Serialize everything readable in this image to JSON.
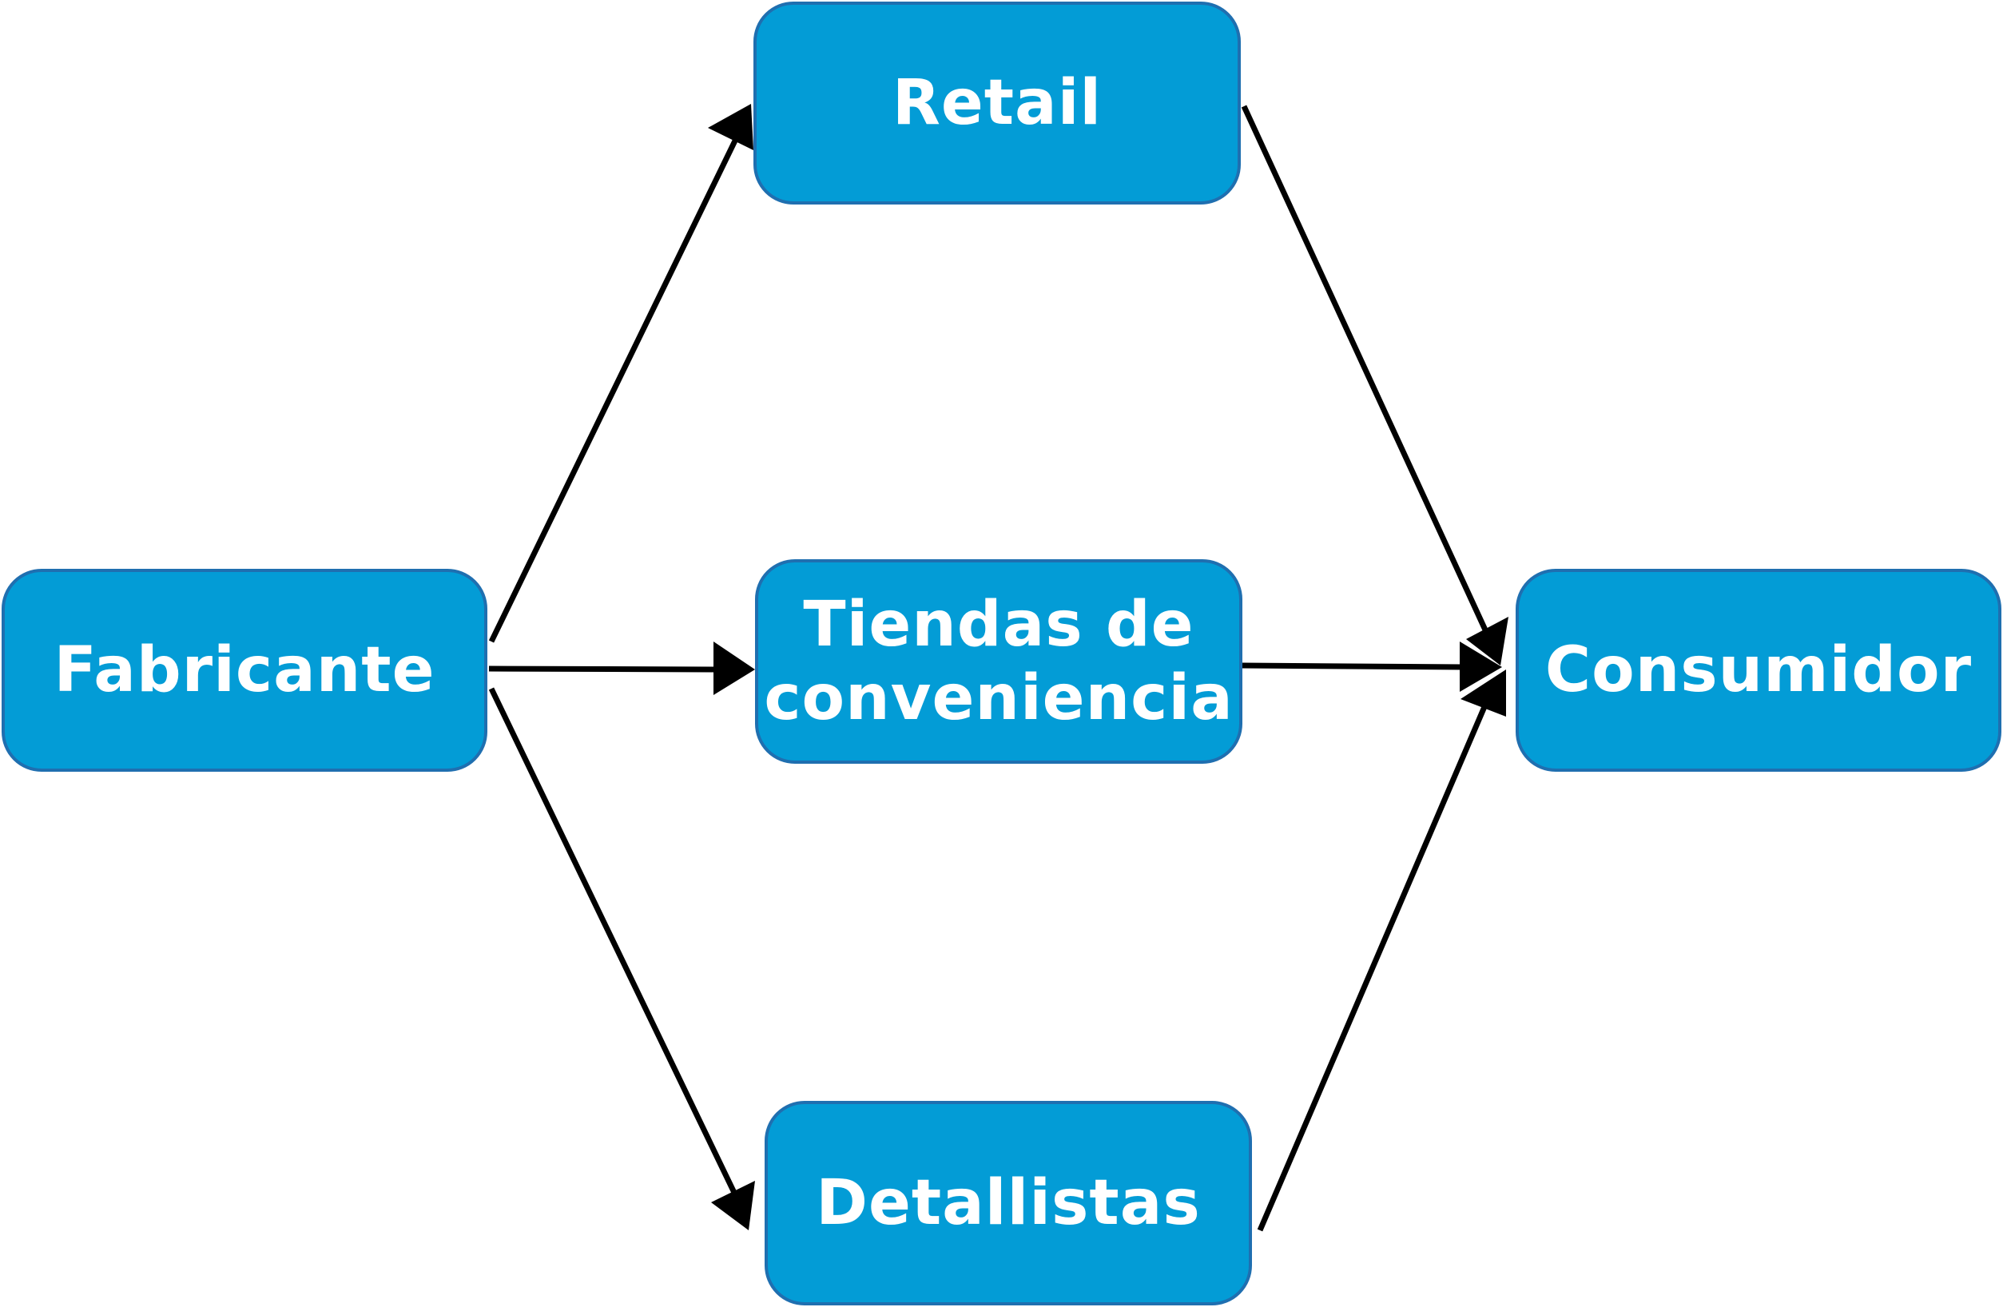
{
  "nodes": {
    "fabricante": "Fabricante",
    "retail": "Retail",
    "tiendas": "Tiendas de conveniencia",
    "detallistas": "Detallistas",
    "consumidor": "Consumidor"
  },
  "colors": {
    "node_fill": "#039cd6",
    "node_border": "#1f6fb0",
    "node_text": "#ffffff",
    "arrow": "#000000"
  },
  "edges": [
    {
      "from": "Fabricante",
      "to": "Retail"
    },
    {
      "from": "Fabricante",
      "to": "Tiendas de conveniencia"
    },
    {
      "from": "Fabricante",
      "to": "Detallistas"
    },
    {
      "from": "Retail",
      "to": "Consumidor"
    },
    {
      "from": "Tiendas de conveniencia",
      "to": "Consumidor"
    },
    {
      "from": "Detallistas",
      "to": "Consumidor"
    }
  ]
}
